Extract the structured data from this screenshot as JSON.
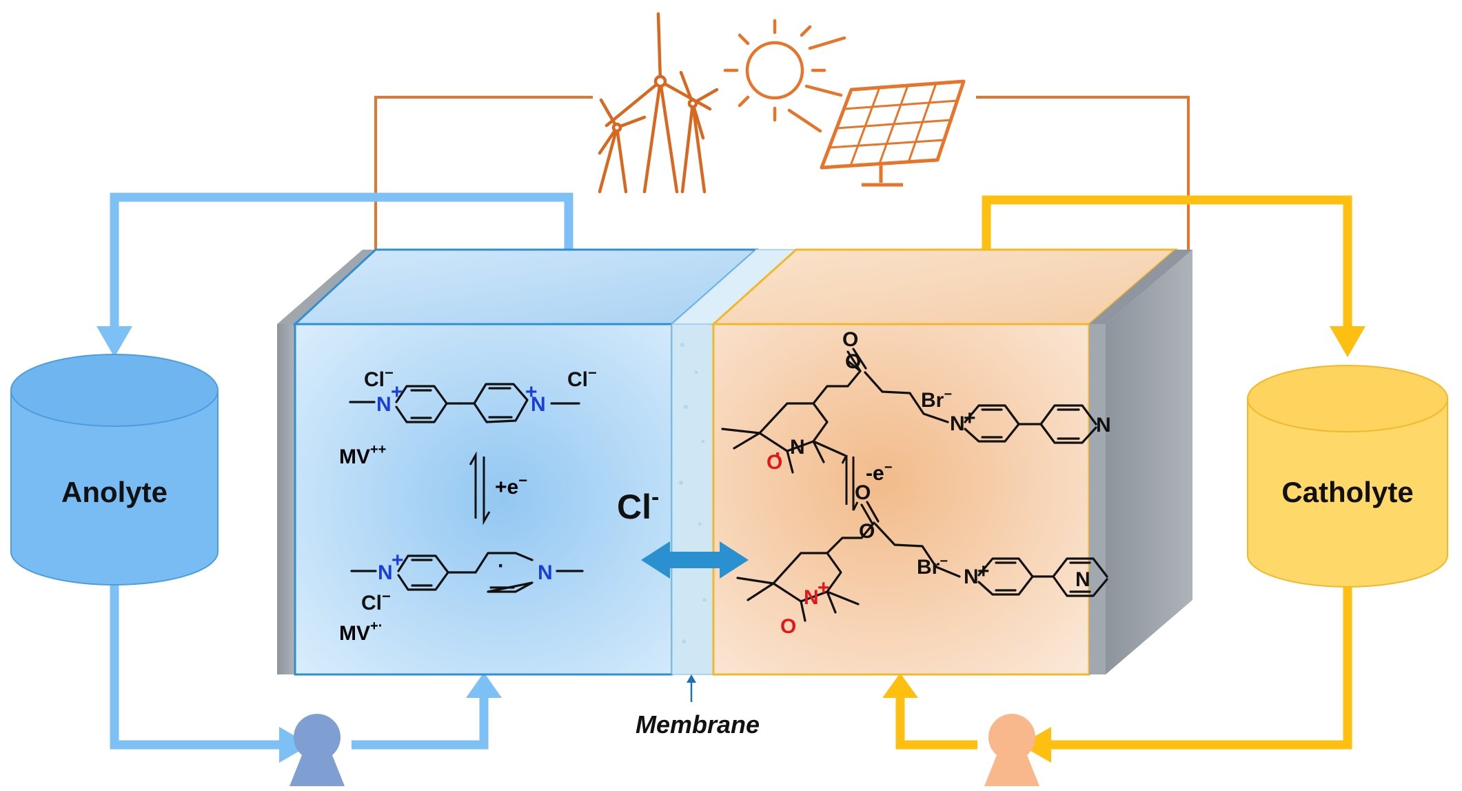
{
  "labels": {
    "anolyte": "Anolyte",
    "catholyte": "Catholyte",
    "membrane": "Membrane",
    "ion": "Cl",
    "ion_charge": "-"
  },
  "anolyte_side": {
    "species_oxidized": "MV",
    "species_oxidized_charge": "++",
    "species_reduced": "MV",
    "species_reduced_charge": "+·",
    "reaction": "+e",
    "reaction_sign": "−",
    "counter_ion": "Cl",
    "counter_ion_charge": "−",
    "nitrogen": "N",
    "plus": "+",
    "radical_dot": "·"
  },
  "catholyte_side": {
    "reaction": "-e",
    "reaction_sign": "−",
    "counter_ion": "Br",
    "counter_ion_charge": "−",
    "nitrogen": "N",
    "oxygen": "O",
    "plus": "+",
    "radical_dot": "·"
  },
  "icons": [
    "wind-turbine-icon",
    "sun-icon",
    "solar-panel-icon",
    "pump-icon"
  ],
  "colors": {
    "anolyte_blue": "#7cc0f5",
    "anolyte_cell": "#bcdcf6",
    "catholyte_yellow": "#ffbf10",
    "catholyte_cell": "#f6d3b2",
    "power_orange": "#e8742a",
    "electrode_gray": "#8f96a0",
    "membrane": "#cfe6f4",
    "ion_arrow": "#2a90d0",
    "anolyte_pump": "#7f9fd2",
    "catholyte_pump": "#f8b88c"
  }
}
